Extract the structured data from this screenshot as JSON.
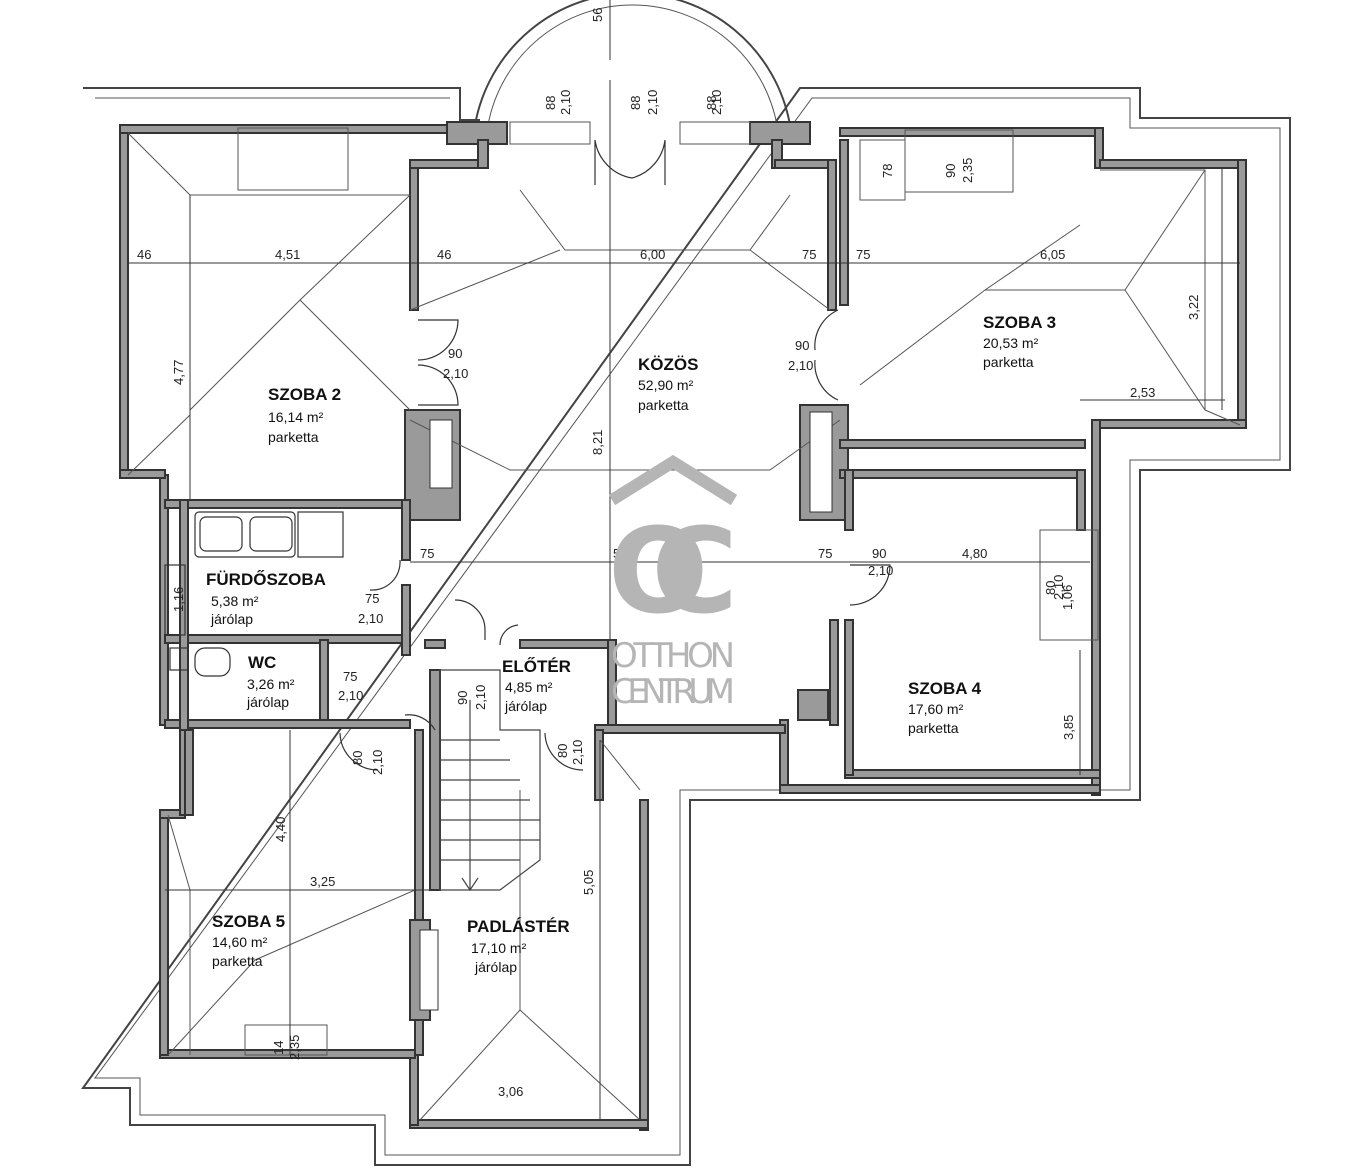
{
  "rooms": [
    {
      "name": "KÖZÖS",
      "area": "52,90 m²",
      "floor": "parketta"
    },
    {
      "name": "SZOBA 2",
      "area": "16,14 m²",
      "floor": "parketta"
    },
    {
      "name": "SZOBA 3",
      "area": "20,53 m²",
      "floor": "parketta"
    },
    {
      "name": "SZOBA 4",
      "area": "17,60 m²",
      "floor": "parketta"
    },
    {
      "name": "SZOBA 5",
      "area": "14,60 m²",
      "floor": "parketta"
    },
    {
      "name": "FÜRDŐSZOBA",
      "area": "5,38 m²",
      "floor": "járólap"
    },
    {
      "name": "WC",
      "area": "3,26 m²",
      "floor": "járólap"
    },
    {
      "name": "ELŐTÉR",
      "area": "4,85 m²",
      "floor": "járólap"
    },
    {
      "name": "PADLÁSTÉR",
      "area": "17,10 m²",
      "floor": "járólap"
    }
  ],
  "dimensions": [
    "56",
    "88",
    "2,10",
    "88",
    "2,10",
    "88",
    "2,10",
    "46",
    "4,51",
    "46",
    "6,00",
    "75",
    "75",
    "6,05",
    "78",
    "90",
    "2,35",
    "3,22",
    "4,77",
    "90",
    "2,10",
    "8,21",
    "90",
    "2,10",
    "2,53",
    "75",
    "5,05",
    "75",
    "90",
    "2,10",
    "4,80",
    "1,06",
    "1,16",
    "75",
    "2,10",
    "75",
    "2,10",
    "90",
    "2,10",
    "80",
    "2,10",
    "80",
    "2,10",
    "80",
    "2,10",
    "3,85",
    "4,40",
    "3,25",
    "5,05",
    "14",
    "2,35",
    "3,06"
  ],
  "watermark": {
    "logo": "OC",
    "line1": "OTTHON",
    "line2": "CENTRUM"
  },
  "colors": {
    "wall": "#9a9a9a",
    "line": "#333333",
    "watermark": "#b5b5b5"
  }
}
